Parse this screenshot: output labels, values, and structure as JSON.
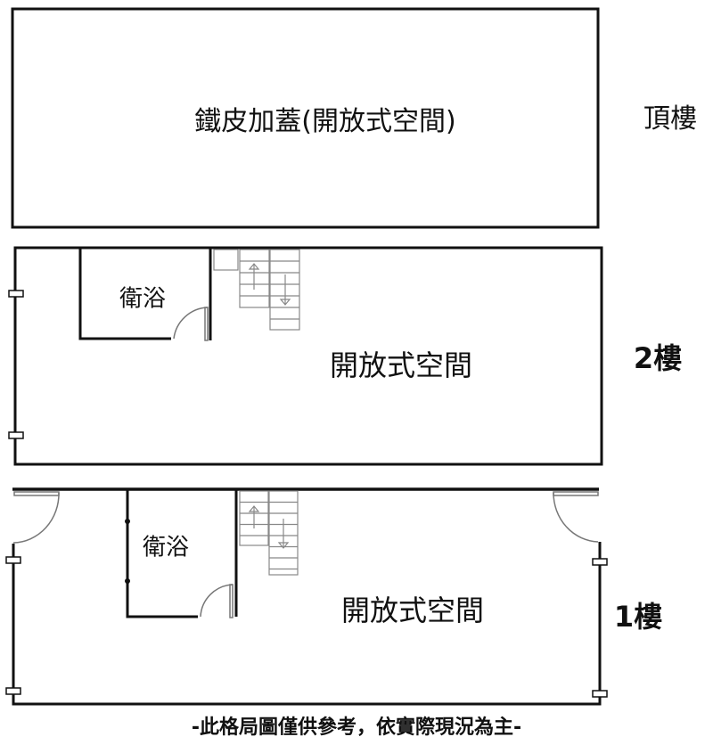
{
  "floors": {
    "roof": {
      "room": "鐵皮加蓋(開放式空間)",
      "label": "頂樓"
    },
    "second": {
      "bathroom": "衛浴",
      "room": "開放式空間",
      "label": "2樓"
    },
    "first": {
      "bathroom": "衛浴",
      "room": "開放式空間",
      "label": "1樓"
    }
  },
  "caption": "-此格局圖僅供參考，依實際現況為主-",
  "colors": {
    "wall": "#111111",
    "stair": "#888888"
  }
}
